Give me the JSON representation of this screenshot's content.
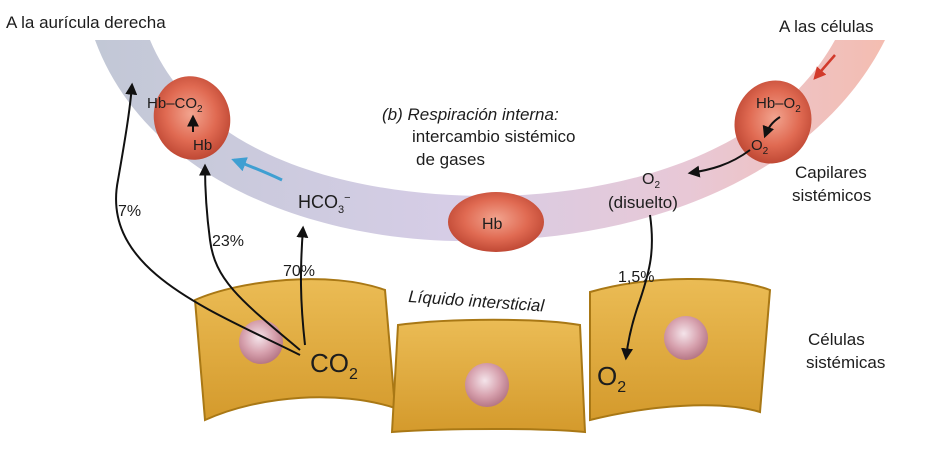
{
  "labels": {
    "top_left": "A la aurícula derecha",
    "top_right": "A las células",
    "title_1": "(b) Respiración interna:",
    "title_2": "intercambio sistémico",
    "title_3": "de gases",
    "hbco2_hb": "Hb",
    "hbco2_co": "–CO",
    "hbco2_sub": "2",
    "hbco2_bottom": "Hb",
    "hbo2_top": "Hb–O",
    "hbo2_top_sub": "2",
    "hbo2_bottom": "O",
    "hbo2_bottom_sub": "2",
    "hco3": "HCO",
    "hco3_sub": "3",
    "hco3_sup": "−",
    "hb_center": "Hb",
    "o2_dissolved": "O",
    "o2_dissolved_sub": "2",
    "dissolved": "(disuelto)",
    "capillaries_1": "Capilares",
    "capillaries_2": "sistémicos",
    "cells_1": "Células",
    "cells_2": "sistémicas",
    "interstitial": "Líquido intersticial",
    "pct_7": "7%",
    "pct_23": "23%",
    "pct_70": "70%",
    "pct_15": "1,5%",
    "co2_main": "CO",
    "co2_main_sub": "2",
    "o2_main": "O",
    "o2_main_sub": "2"
  },
  "colors": {
    "vessel_blue": "#c9cfdd",
    "vessel_pink": "#f3c4bb",
    "vessel_lilac": "#d9cde6",
    "rbc": "#d9604a",
    "cell": "#dea840",
    "cell_edge": "#a97815",
    "nucleus": "#d8a2ad",
    "blue_arrow": "#3f9fd2",
    "red_arrow": "#d23a2b"
  }
}
